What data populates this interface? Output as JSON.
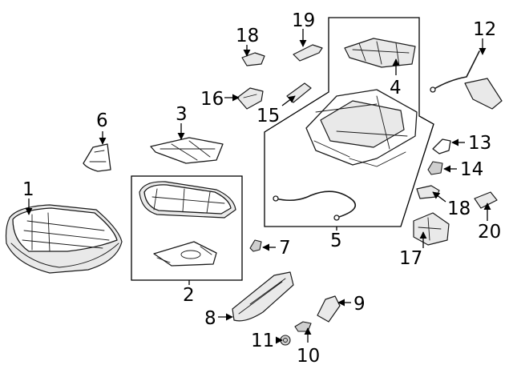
{
  "callouts": {
    "c1": "1",
    "c2": "2",
    "c3": "3",
    "c4": "4",
    "c5": "5",
    "c6": "6",
    "c7": "7",
    "c8": "8",
    "c9": "9",
    "c10": "10",
    "c11": "11",
    "c12": "12",
    "c13": "13",
    "c14": "14",
    "c15": "15",
    "c16": "16",
    "c17": "17",
    "c18a": "18",
    "c18b": "18",
    "c19": "19",
    "c20": "20"
  },
  "colors": {
    "ink": "#000000",
    "background": "#ffffff",
    "shade": "#e9e9e9"
  }
}
